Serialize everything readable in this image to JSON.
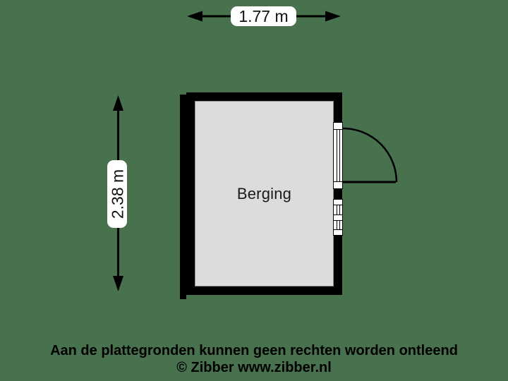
{
  "canvas": {
    "background_color": "#48714E"
  },
  "floorplan": {
    "room": {
      "label": "Berging",
      "floor_color": "#DCDCDC",
      "wall_color": "#000000",
      "fixture_color": "#FFFFFF"
    },
    "dimensions": {
      "width": {
        "label": "1.77 m",
        "pill_color": "#FFFFFF"
      },
      "height": {
        "label": "2.38 m",
        "pill_color": "#FFFFFF"
      }
    }
  },
  "footer": {
    "disclaimer": "Aan de plattegronden kunnen geen rechten worden ontleend",
    "copyright": "© Zibber www.zibber.nl"
  }
}
